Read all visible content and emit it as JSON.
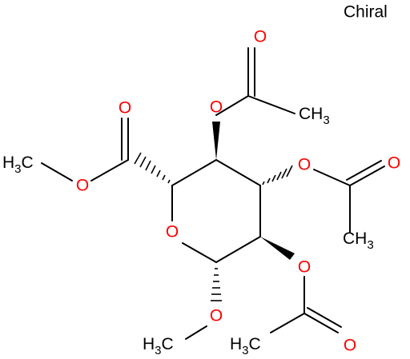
{
  "chiral_label": "Chiral",
  "colors": {
    "bond": "#000000",
    "oxygen": "#ff0000",
    "carbon_label": "#000000"
  },
  "atoms": {
    "o_ring": "O",
    "o_methoxy": "O",
    "o_c2": "O",
    "o_c3": "O",
    "o_c4": "O",
    "o_ester_single": "O",
    "o_ester_carbonyl": "O",
    "o_acetyl_top": "O",
    "o_acetyl_mid": "O",
    "o_acetyl_bottom": "O",
    "h3c_main": "H",
    "h3c_main_sub": "3",
    "h3c_main_c": "C",
    "h3c_methoxy": "H",
    "h3c_methoxy_sub": "3",
    "h3c_methoxy_c": "C",
    "ch3_top_c": "C",
    "ch3_top_h": "H",
    "ch3_top_sub": "3",
    "ch3_mid_c": "C",
    "ch3_mid_h": "H",
    "ch3_mid_sub": "3",
    "h3c_bottom": "H",
    "h3c_bottom_sub": "3",
    "h3c_bottom_c": "C"
  }
}
